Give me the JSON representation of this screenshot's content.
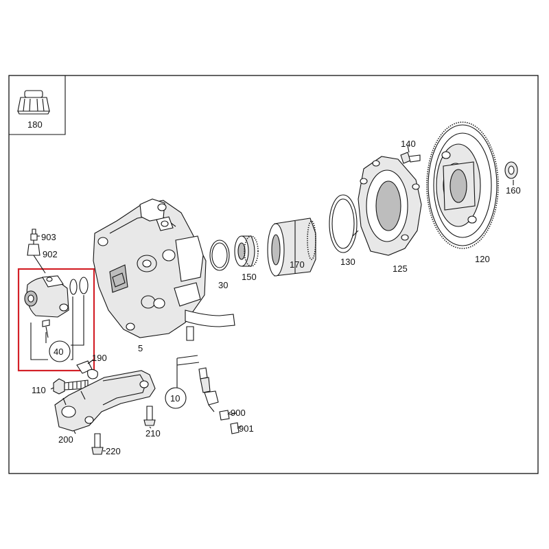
{
  "diagram": {
    "inset_label": "180",
    "callouts": [
      "903",
      "902",
      "40",
      "190",
      "110",
      "200",
      "210",
      "220",
      "10",
      "900",
      "901",
      "5",
      "30",
      "150",
      "170",
      "130",
      "125",
      "120",
      "140",
      "160"
    ],
    "highlight_color": "#d32027",
    "line_color": "#111111"
  }
}
